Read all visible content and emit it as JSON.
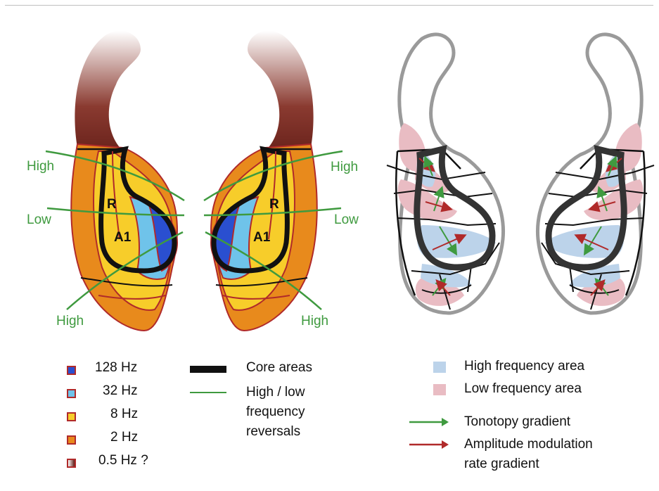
{
  "diagram": {
    "left_panel": {
      "labels": {
        "high_top_left": "High",
        "low_left": "Low",
        "high_bottom_left": "High",
        "high_top_right": "High",
        "low_right": "Low",
        "high_bottom_right": "High",
        "r_left": "R",
        "a1_left": "A1",
        "r_right": "R",
        "a1_right": "A1"
      }
    }
  },
  "legend_rates": {
    "items": [
      {
        "label": "128 Hz",
        "color": "#2a4fd0"
      },
      {
        "label": "32 Hz",
        "color": "#6fc3ea"
      },
      {
        "label": "8 Hz",
        "color": "#f7cd2a"
      },
      {
        "label": "2 Hz",
        "color": "#e88a1c"
      },
      {
        "label": "0.5 Hz ?",
        "color": "gradient"
      }
    ]
  },
  "legend_lines": {
    "core": "Core areas",
    "reversal_line1": "High / low",
    "reversal_line2": "frequency",
    "reversal_line3": "reversals"
  },
  "legend_areas": {
    "high": "High frequency area",
    "low": "Low frequency area",
    "tonotopy": "Tonotopy gradient",
    "am_line1": "Amplitude modulation",
    "am_line2": "rate gradient"
  },
  "colors": {
    "green": "#3f9a3f",
    "red": "#b02a2a",
    "blue_area": "#bcd3ea",
    "pink_area": "#e9bcc3"
  }
}
